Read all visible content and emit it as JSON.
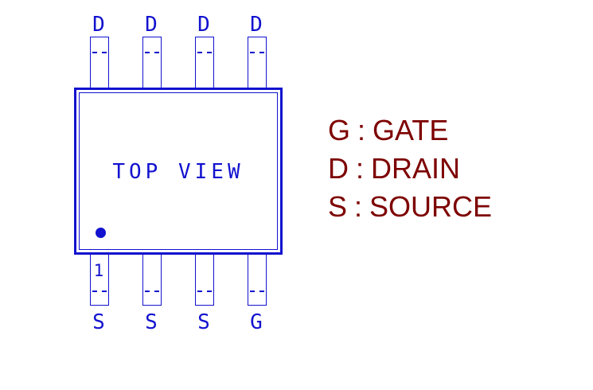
{
  "diagram": {
    "package": {
      "view_label": "TOP VIEW",
      "pin_one_marker": "1",
      "top_pins": [
        "D",
        "D",
        "D",
        "D"
      ],
      "bottom_pins": [
        "S",
        "S",
        "S",
        "G"
      ]
    },
    "legend": {
      "separator": ":",
      "items": [
        {
          "symbol": "G",
          "name": "GATE"
        },
        {
          "symbol": "D",
          "name": "DRAIN"
        },
        {
          "symbol": "S",
          "name": "SOURCE"
        }
      ]
    },
    "colors": {
      "outline_blue": "#1212cf",
      "legend_maroon": "#7d0000"
    }
  }
}
